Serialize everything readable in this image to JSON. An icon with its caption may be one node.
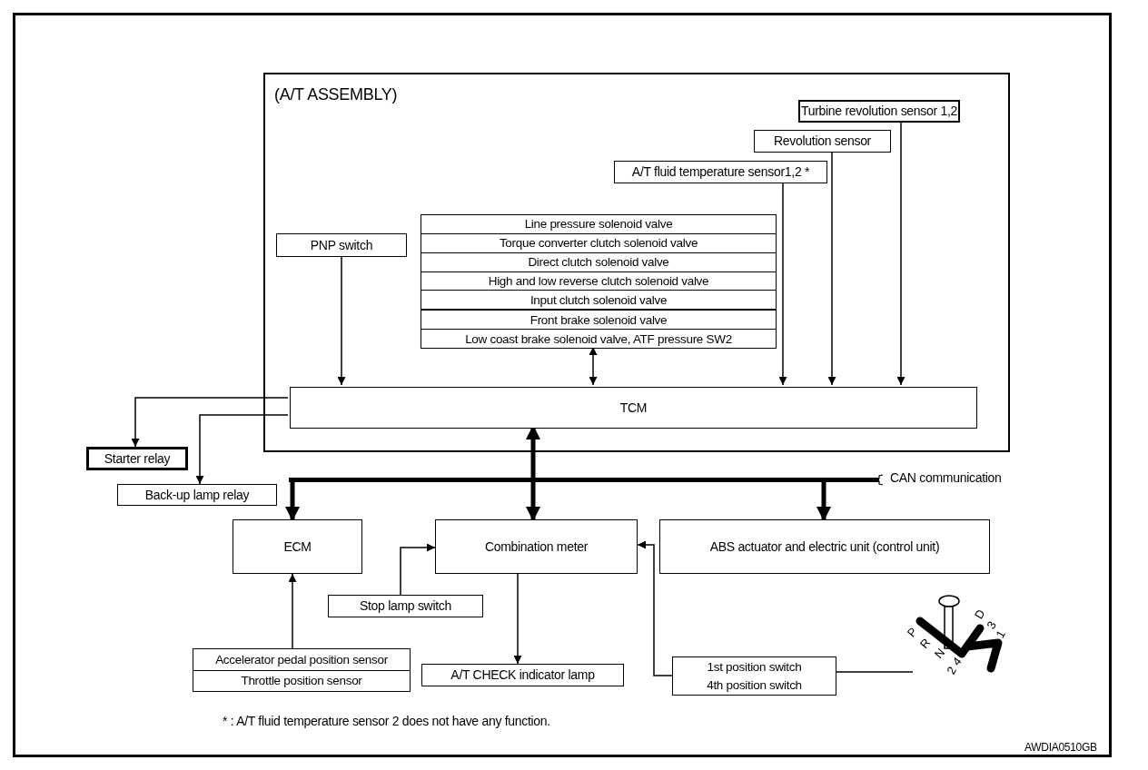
{
  "diagram": {
    "nodes": [
      {
        "text": [
          "(A/T ASSEMBLY)"
        ]
      },
      {
        "text": [
          "Turbine revolution sensor 1,2"
        ],
        "in": 0
      },
      {
        "text": [
          "Revolution sensor"
        ],
        "in": 0
      },
      {
        "text": [
          "A/T fluid temperature sensor1,2 *"
        ],
        "in": 0
      },
      {
        "text": [
          "PNP switch"
        ],
        "in": 0
      },
      {
        "text": [
          "Line pressure solenoid valve",
          "Torque converter clutch solenoid valve",
          "Direct clutch solenoid valve",
          "High and low reverse clutch solenoid valve",
          "Input clutch solenoid valve",
          "Front brake solenoid valve",
          "Low coast brake solenoid valve, ATF pressure SW2"
        ],
        "in": 0
      },
      {
        "text": [
          "TCM"
        ],
        "in": 0
      },
      {
        "text": [
          "Starter relay"
        ]
      },
      {
        "text": [
          "Back-up lamp relay"
        ]
      },
      {
        "text": [],
        "shape": "bar",
        "beside": [
          "CAN communication"
        ]
      },
      {
        "text": [
          "ECM"
        ]
      },
      {
        "text": [
          "Combination meter"
        ]
      },
      {
        "text": [
          "ABS actuator and electric unit (control unit)"
        ]
      },
      {
        "text": [
          "Stop lamp switch"
        ]
      },
      {
        "text": [
          "Accelerator pedal position sensor",
          "Throttle position sensor"
        ]
      },
      {
        "text": [
          "A/T CHECK indicator lamp"
        ]
      },
      {
        "text": [
          "1st position switch",
          "4th position switch"
        ]
      },
      {
        "text": [],
        "shape": "picture"
      }
    ],
    "edges": [
      {
        "from": 4,
        "to": 6,
        "arrow": "to"
      },
      {
        "from": 5,
        "to": 6,
        "arrow": "both"
      },
      {
        "from": 3,
        "to": 6,
        "arrow": "to"
      },
      {
        "from": 2,
        "to": 6,
        "arrow": "to"
      },
      {
        "from": 1,
        "to": 6,
        "arrow": "to"
      },
      {
        "from": 6,
        "to": 7,
        "arrow": "to"
      },
      {
        "from": 6,
        "to": 8,
        "arrow": "to"
      },
      {
        "from": 6,
        "to": 11,
        "arrow": "both",
        "style": "thick"
      },
      {
        "from": 9,
        "to": 10,
        "arrow": "to",
        "style": "thick"
      },
      {
        "from": 9,
        "to": 12,
        "arrow": "to",
        "style": "thick"
      },
      {
        "from": 13,
        "to": 11,
        "arrow": "to"
      },
      {
        "from": 14,
        "to": 10,
        "arrow": "to"
      },
      {
        "from": 11,
        "to": 15,
        "arrow": "to"
      },
      {
        "from": 16,
        "to": 11,
        "arrow": "to"
      },
      {
        "from": 16,
        "to": 17,
        "arrow": "none"
      }
    ],
    "labels": [
      "* : A/T fluid temperature sensor 2 does not have any function.",
      "AWDIA0510GB",
      "P",
      "R",
      "N",
      "4",
      "2",
      "D",
      "3",
      "1"
    ]
  }
}
